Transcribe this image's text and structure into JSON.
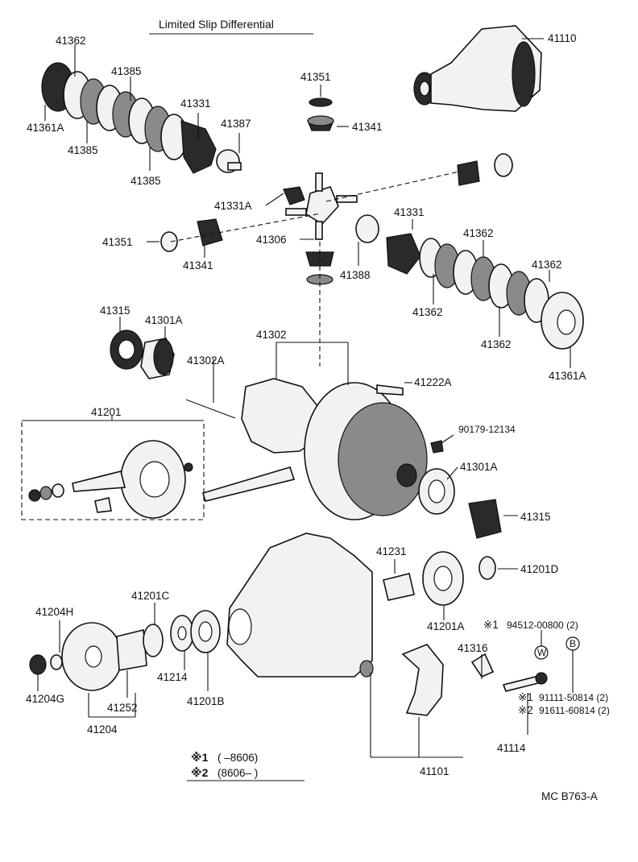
{
  "header": {
    "title": "Limited Slip Differential"
  },
  "parts": {
    "p41362_top": "41362",
    "p41385_a": "41385",
    "p41331_top": "41331",
    "p41387": "41387",
    "p41361A_left": "41361A",
    "p41385_b": "41385",
    "p41385_c": "41385",
    "p41351_top": "41351",
    "p41341_top": "41341",
    "p41110": "41110",
    "p41331A": "41331A",
    "p41351_left": "41351",
    "p41341_left": "41341",
    "p41306": "41306",
    "p41388": "41388",
    "p41331_right": "41331",
    "p41362_r1": "41362",
    "p41362_r2": "41362",
    "p41362_r3": "41362",
    "p41362_r4": "41362",
    "p41361A_right": "41361A",
    "p41315_top": "41315",
    "p41301A_top": "41301A",
    "p41302": "41302",
    "p41302A": "41302A",
    "p41222A": "41222A",
    "p41201": "41201",
    "p90179": "90179-12134",
    "p41301A_bot": "41301A",
    "p41315_bot": "41315",
    "p41231": "41231",
    "p41201D": "41201D",
    "p41204H": "41204H",
    "p41201C": "41201C",
    "p41201A": "41201A",
    "p94512": "94512-00800 (2)",
    "p41316": "41316",
    "p41204G": "41204G",
    "p41252": "41252",
    "p41214": "41214",
    "p41201B": "41201B",
    "p41204": "41204",
    "p91111": "91111-50814 (2)",
    "p91611": "91611-60814 (2)",
    "p41114": "41114",
    "p41101": "41101"
  },
  "marks": {
    "star1": "※1",
    "star2": "※2",
    "circle_w": "W",
    "circle_b": "B"
  },
  "legend": {
    "line1_mark": "※1",
    "line1_range": "(        –8606)",
    "line2_mark": "※2",
    "line2_range": "(8606–          )"
  },
  "footer": {
    "code": "MC B763-A"
  }
}
